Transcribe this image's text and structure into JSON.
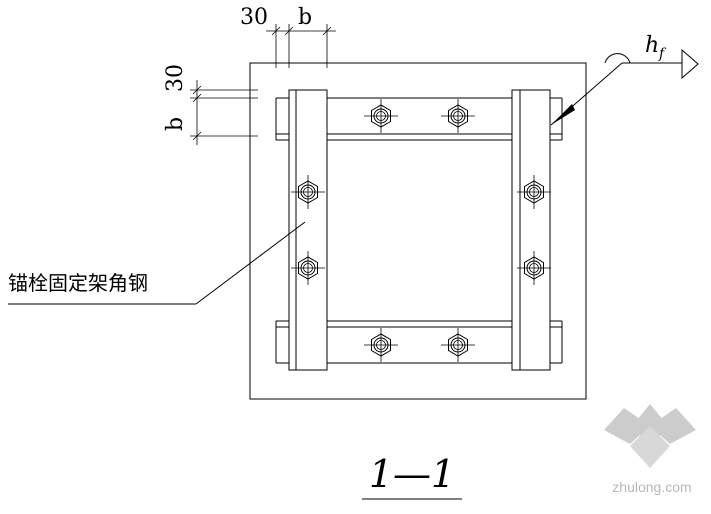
{
  "drawing": {
    "dimensions": {
      "top_offset": "30",
      "top_width": "b",
      "left_offset": "30",
      "left_width": "b"
    },
    "weld_symbol_label": "h",
    "weld_symbol_subscript": "f",
    "callout_label": "锚栓固定架角钢",
    "section_label": "1—1"
  },
  "watermark": {
    "text": "zhulong.com"
  },
  "colors": {
    "line": "#000000",
    "watermark": "#b8b8b8",
    "watermark_logo": "#c4c4c4"
  }
}
